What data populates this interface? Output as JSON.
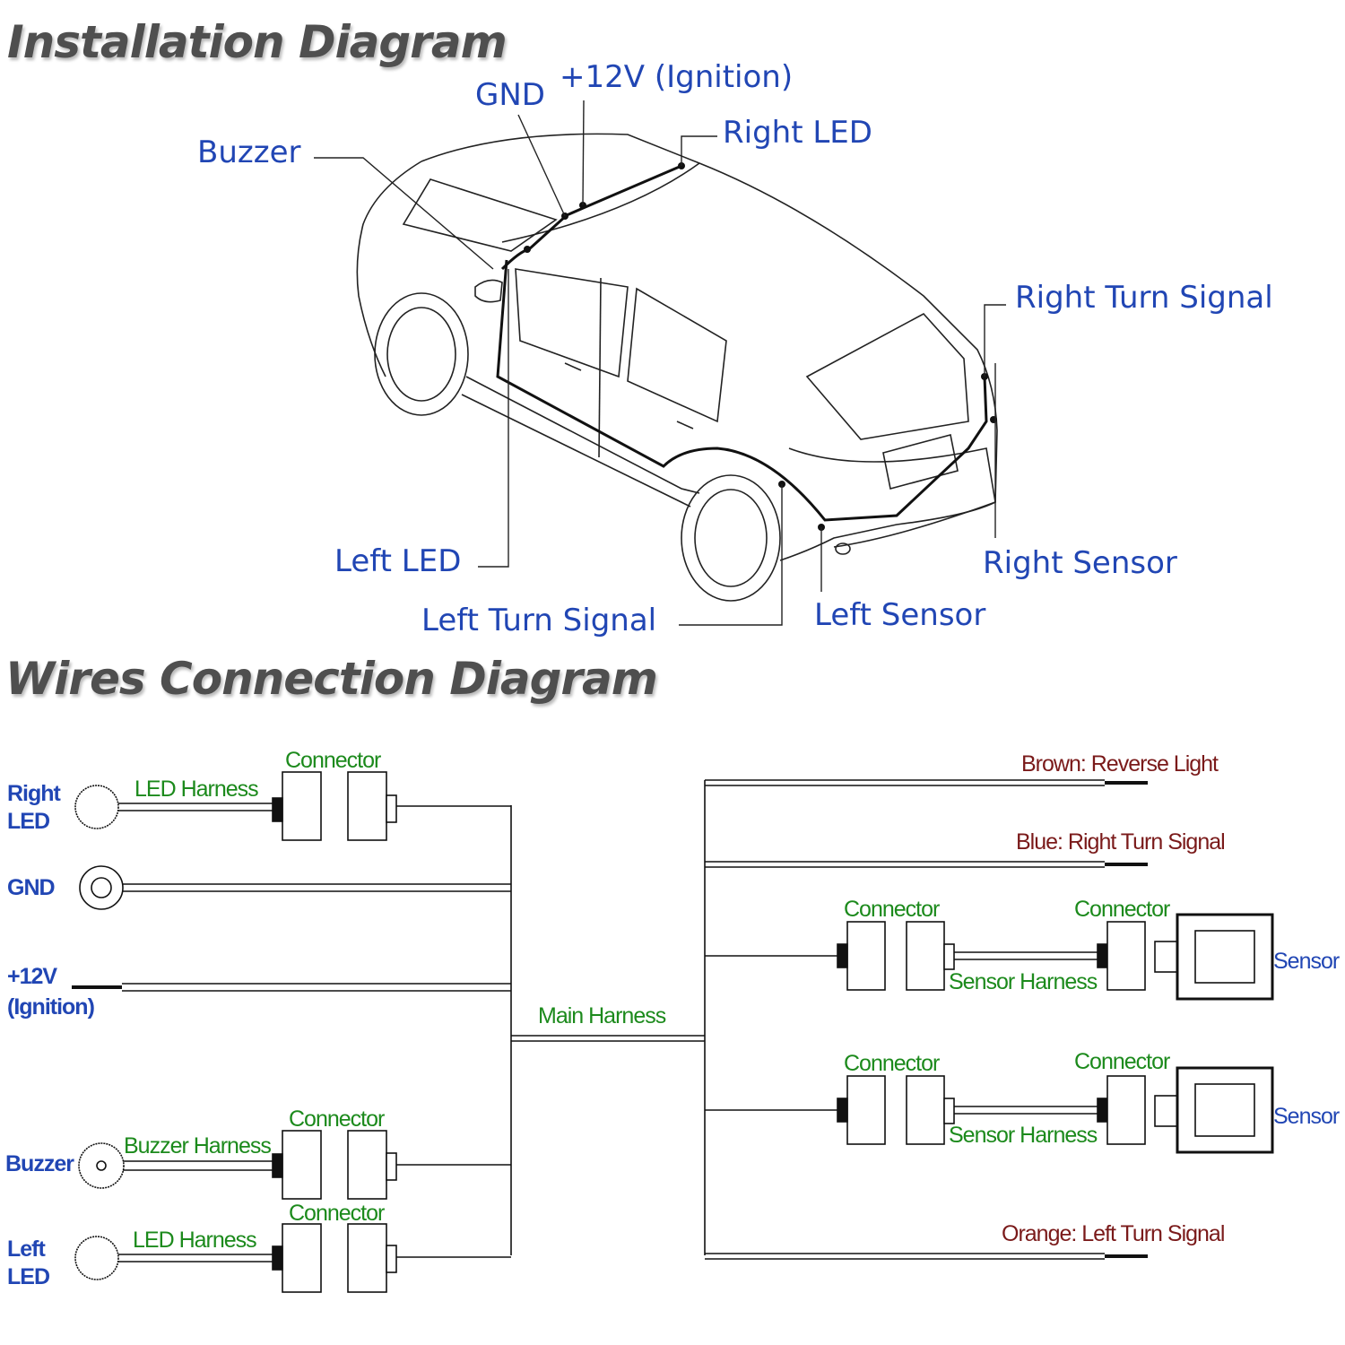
{
  "titles": {
    "installation": "Installation Diagram",
    "wires": "Wires Connection Diagram"
  },
  "installation_labels": {
    "gnd": "GND",
    "ignition": "+12V (Ignition)",
    "buzzer": "Buzzer",
    "right_led": "Right LED",
    "right_turn_signal": "Right Turn Signal",
    "left_led": "Left LED",
    "right_sensor": "Right Sensor",
    "left_turn_signal": "Left Turn Signal",
    "left_sensor": "Left Sensor"
  },
  "wiring": {
    "left_side": {
      "right_led": "Right\nLED",
      "gnd": "GND",
      "ignition_line1": "+12V",
      "ignition_line2": "(Ignition)",
      "buzzer": "Buzzer",
      "left_led_line1": "Left",
      "left_led_line2": "LED",
      "right_led_line1": "Right",
      "right_led_line2": "LED"
    },
    "harness": {
      "led_harness": "LED Harness",
      "buzzer_harness": "Buzzer Harness",
      "main_harness": "Main Harness",
      "sensor_harness": "Sensor Harness",
      "connector": "Connector"
    },
    "right_side": {
      "brown": "Brown: Reverse Light",
      "blue": "Blue: Right Turn Signal",
      "orange": "Orange: Left Turn Signal",
      "sensor": "Sensor"
    }
  }
}
